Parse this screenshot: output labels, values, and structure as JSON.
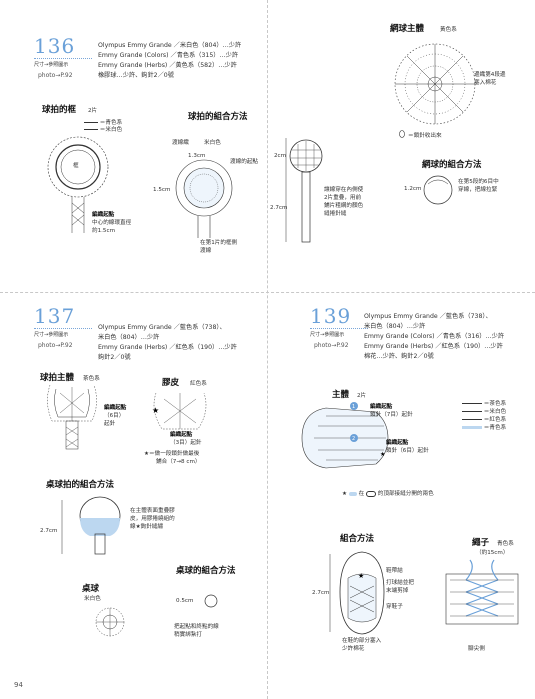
{
  "p136": {
    "number": "136",
    "size_note": "尺寸→參照圖示",
    "photo": "photo→P.92",
    "materials": [
      "Olympus Emmy Grande ／米白色（804）…少許",
      "Emmy Grande (Colors) ／青色系（315）…少許",
      "Emmy Grande (Herbs) ／黃色系（582）…少許",
      "橡膠球…少許、鉤針2／0號"
    ],
    "net_title": "網球主體",
    "net_color": "黃色系",
    "net_note1": "邊織第4段邊",
    "net_note2": "塞入棉花",
    "net_legend": "＝鎖針收出來",
    "net_combo_title": "網球的組合方法",
    "net_dim": "1.2cm",
    "net_note3": "在第5段的6目中",
    "net_note4": "穿線，把線拉緊",
    "frame_title": "球拍的框",
    "frame_count": "2片",
    "legend1": "＝青色系",
    "legend2": "＝米白色",
    "frame_center": "框",
    "frame_note1": "編織起點",
    "frame_note2": "中心的線環直徑",
    "frame_note3": "約1.5cm",
    "racket_combo_title": "球拍的組合方法",
    "racket_net_label": "渡線織",
    "racket_net_color": "米白色",
    "dim_13": "1.3cm",
    "dim_15": "1.5cm",
    "thread_label": "渡線的起點",
    "bottom_note1": "在第1片的框側",
    "bottom_note2": "渡線",
    "dim_2cm": "2cm",
    "dim_27": "2.7cm",
    "side_note1": "讓線穿在內側使",
    "side_note2": "2片重疊，用前",
    "side_note3": "鋪片粗網的顏色",
    "side_note4": "縫捲針縫"
  },
  "p137": {
    "number": "137",
    "size_note": "尺寸→參照圖示",
    "photo": "photo→P.92",
    "materials": [
      "Olympus Emmy Grande ／藍色系（738）、",
      "米白色（804）…少許",
      "Emmy Grande (Herbs) ／紅色系（190）…少許",
      "鉤針2／0號"
    ],
    "body_title": "球拍主體",
    "body_color": "茶色系",
    "body_note1": "編織起點",
    "body_note2": "（6目）",
    "body_note3": "起針",
    "rubber_title": "膠皮",
    "rubber_color": "紅色系",
    "rubber_note1": "編織起點",
    "rubber_note2": "（3目）起針",
    "star_note1": "★＝做一段鎖針做最後",
    "star_note2": "鋪合（7→8 cm）",
    "combo_title": "桌球拍的組合方法",
    "combo_note1": "在主體表面重疊膠",
    "combo_note2": "皮，用膠捲繞組的",
    "combo_note3": "線★鉤針縫繡",
    "dim_27": "2.7cm",
    "ball_combo_title": "桌球的組合方法",
    "ball_title": "桌球",
    "ball_color": "米白色",
    "ball_dim": "0.5cm",
    "ball_note1": "把起點和終點的線",
    "ball_note2": "稍實綁紮打"
  },
  "p139": {
    "number": "139",
    "size_note": "尺寸→參照圖示",
    "photo": "photo→P.92",
    "materials": [
      "Olympus Emmy Grande ／藍色系（738）、",
      "米白色（804）…少許",
      "Emmy Grande (Colors) ／青色系（316）…少許",
      "Emmy Grande (Herbs) ／紅色系（190）…少許",
      "棉花…少許、鉤針2／0號"
    ],
    "body_title": "主體",
    "body_count": "2片",
    "legend": [
      "＝茶色系",
      "＝米白色",
      "＝紅色系",
      "＝青色系"
    ],
    "step1_a": "編織起點",
    "step1_b": "鎖針（7目）起針",
    "step2_a": "編織起點",
    "step2_b": "鎖針（6目）起針",
    "note_in": "在",
    "note_tail": "的頂部接縫分開的兩色",
    "combo_title": "組合方法",
    "shoelace_label": "鞋帶結",
    "shoe_note1": "打球結並把",
    "shoe_note2": "末端剪掉",
    "shoe_note3": "穿鞋子",
    "dim_27": "2.7cm",
    "shoe_bottom1": "在鞋的部分塞入",
    "shoe_bottom2": "少許棉花",
    "laces_title": "繩子",
    "laces_color": "青色系",
    "laces_len": "（約15cm）",
    "laces_bottom": "腳尖側"
  },
  "page_number": "94"
}
